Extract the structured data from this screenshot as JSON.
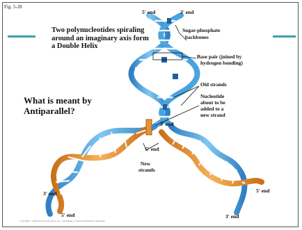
{
  "slide": {
    "fig_label": "Fig. 5-28",
    "headline": "Two polynucleotides spiraling around an imaginary axis form a Double Helix",
    "question": "What is meant by Antiparallel?",
    "copyright": "Copyright © 2008 Pearson Education, Inc., publishing as Pearson Benjamin Cummings"
  },
  "labels": {
    "top_5_end": "5' end",
    "top_3_end": "3' end",
    "backbones_1": "Sugar-phosphate",
    "backbones_2": "backbones",
    "base_pair_1": "Base pair (joined by",
    "base_pair_2": "hydrogen bonding)",
    "old_strands": "Old strands",
    "nucleotide_1": "Nucleotide",
    "nucleotide_2": "about to be",
    "nucleotide_3": "added to a",
    "nucleotide_4": "new strand",
    "mid_3_end": "3' end",
    "mid_5_end": "5' end",
    "new_strands_1": "New",
    "new_strands_2": "strands",
    "left_3_end": "3' end",
    "left_5_end": "5' end",
    "right_5_end": "5' end",
    "right_3_end": "3' end"
  },
  "colors": {
    "accent_bar": "#3aa0a8",
    "old_strand": "#5ab4e6",
    "new_strand": "#e8942e",
    "base_pair": "#ffffff"
  }
}
